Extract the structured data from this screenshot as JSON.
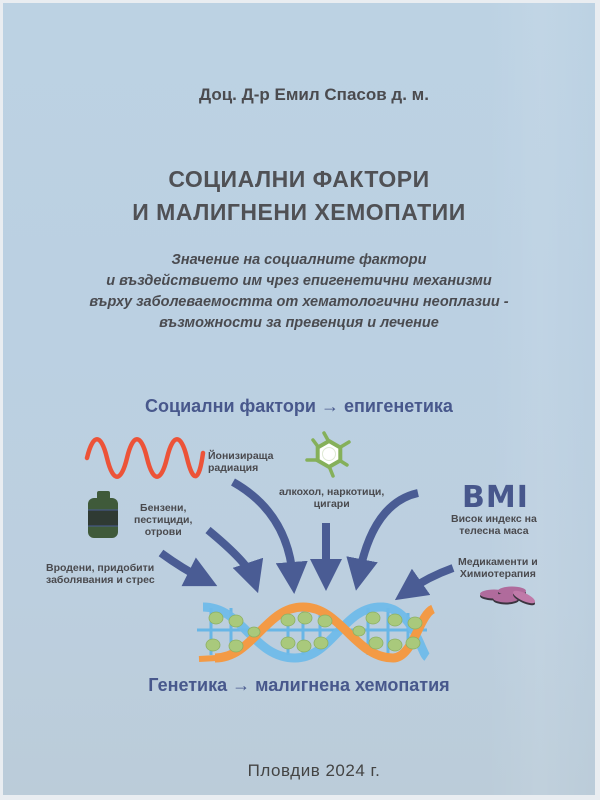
{
  "cover": {
    "author": "Доц. Д-р Емил Спасов д. м.",
    "title_lines": [
      "СОЦИАЛНИ ФАКТОРИ",
      "И МАЛИГНЕНИ ХЕМОПАТИИ"
    ],
    "subtitle_lines": [
      "Значение на социалните фактори",
      "и въздействието им чрез епигенетични механизми",
      "върху заболеваемостта от хематологични неоплазии -",
      "възможности за превенция и лечение"
    ],
    "diagram_heading_top": "Социални фактори → епигенетика",
    "diagram_heading_bottom": "Генетика → малигнена хемопатия",
    "factors": {
      "radiation": [
        "Йонизираща",
        "радиация"
      ],
      "chemicals": [
        "Бензени,",
        "пестициди,",
        "отрови"
      ],
      "substances": [
        "алкохол, наркотици,",
        "цигари"
      ],
      "bmi_title": "BMI",
      "bmi": [
        "Висок индекс на",
        "телесна маса"
      ],
      "diseases": [
        "Вродени, придобити",
        "заболявания и стрес"
      ],
      "medication": [
        "Медикаменти и",
        "Химиотерапия"
      ]
    },
    "icons": {
      "radiation": "sine-wave-icon",
      "chemicals": "chemical-canister-icon",
      "substances": "molecule-hexagon-icon",
      "medication": "pills-icon",
      "center": "dna-helix-icon"
    },
    "colors": {
      "background": "#bbd0e2",
      "text_dark": "#4b4b4f",
      "accent_blue": "#48588c",
      "wave_red": "#ec5338",
      "helix_orange": "#f39a45",
      "helix_blue": "#68b6e6",
      "nucleotide_green": "#a9c97c",
      "pill_purple": "#b06b9c",
      "canister_green": "#3f5a3a"
    },
    "city_year": "Пловдив 2024 г."
  }
}
